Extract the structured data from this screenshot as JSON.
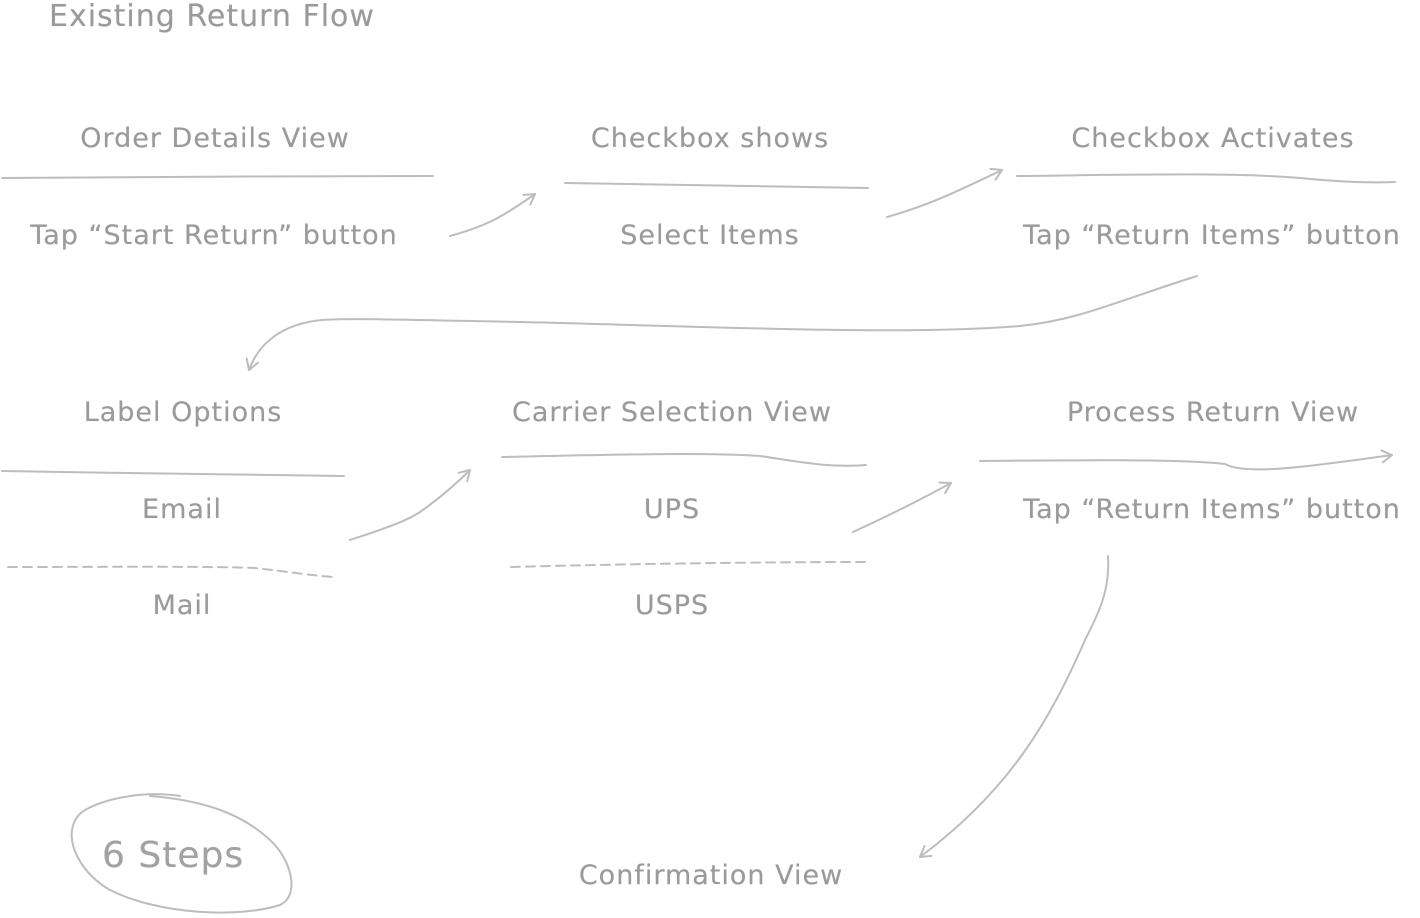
{
  "title": "Existing Return Flow",
  "steps": {
    "order_details": {
      "heading": "Order Details View",
      "action": "Tap “Start Return” button"
    },
    "checkbox_shows": {
      "heading": "Checkbox shows",
      "action": "Select Items"
    },
    "checkbox_activates": {
      "heading": "Checkbox Activates",
      "action": "Tap “Return Items” button"
    },
    "label_options": {
      "heading": "Label Options",
      "options": [
        "Email",
        "Mail"
      ]
    },
    "carrier_selection": {
      "heading": "Carrier Selection View",
      "options": [
        "UPS",
        "USPS"
      ]
    },
    "process_return": {
      "heading": "Process Return View",
      "action": "Tap “Return Items” button"
    },
    "confirmation": {
      "heading": "Confirmation View"
    }
  },
  "badge": "6 Steps"
}
